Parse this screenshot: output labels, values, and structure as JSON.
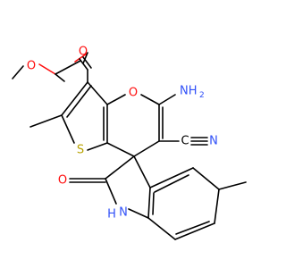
{
  "molecule": {
    "atoms": {
      "o_ester_dbl": {
        "symbol": "O",
        "color": "#ff0d0d"
      },
      "o_ester": {
        "symbol": "O",
        "color": "#ff0d0d"
      },
      "o_pyran": {
        "symbol": "O",
        "color": "#ff0d0d"
      },
      "nh2": {
        "symbol": "NH",
        "sub": "2",
        "color": "#3050f8"
      },
      "s_thio": {
        "symbol": "S",
        "color": "#b8a200"
      },
      "n_nitrile": {
        "symbol": "N",
        "color": "#3050f8"
      },
      "o_lactam": {
        "symbol": "O",
        "color": "#ff0d0d"
      },
      "nh_lactam": {
        "symbol": "H",
        "color": "#3050f8"
      },
      "n_lactam": {
        "symbol": "N",
        "color": "#3050f8"
      }
    }
  }
}
